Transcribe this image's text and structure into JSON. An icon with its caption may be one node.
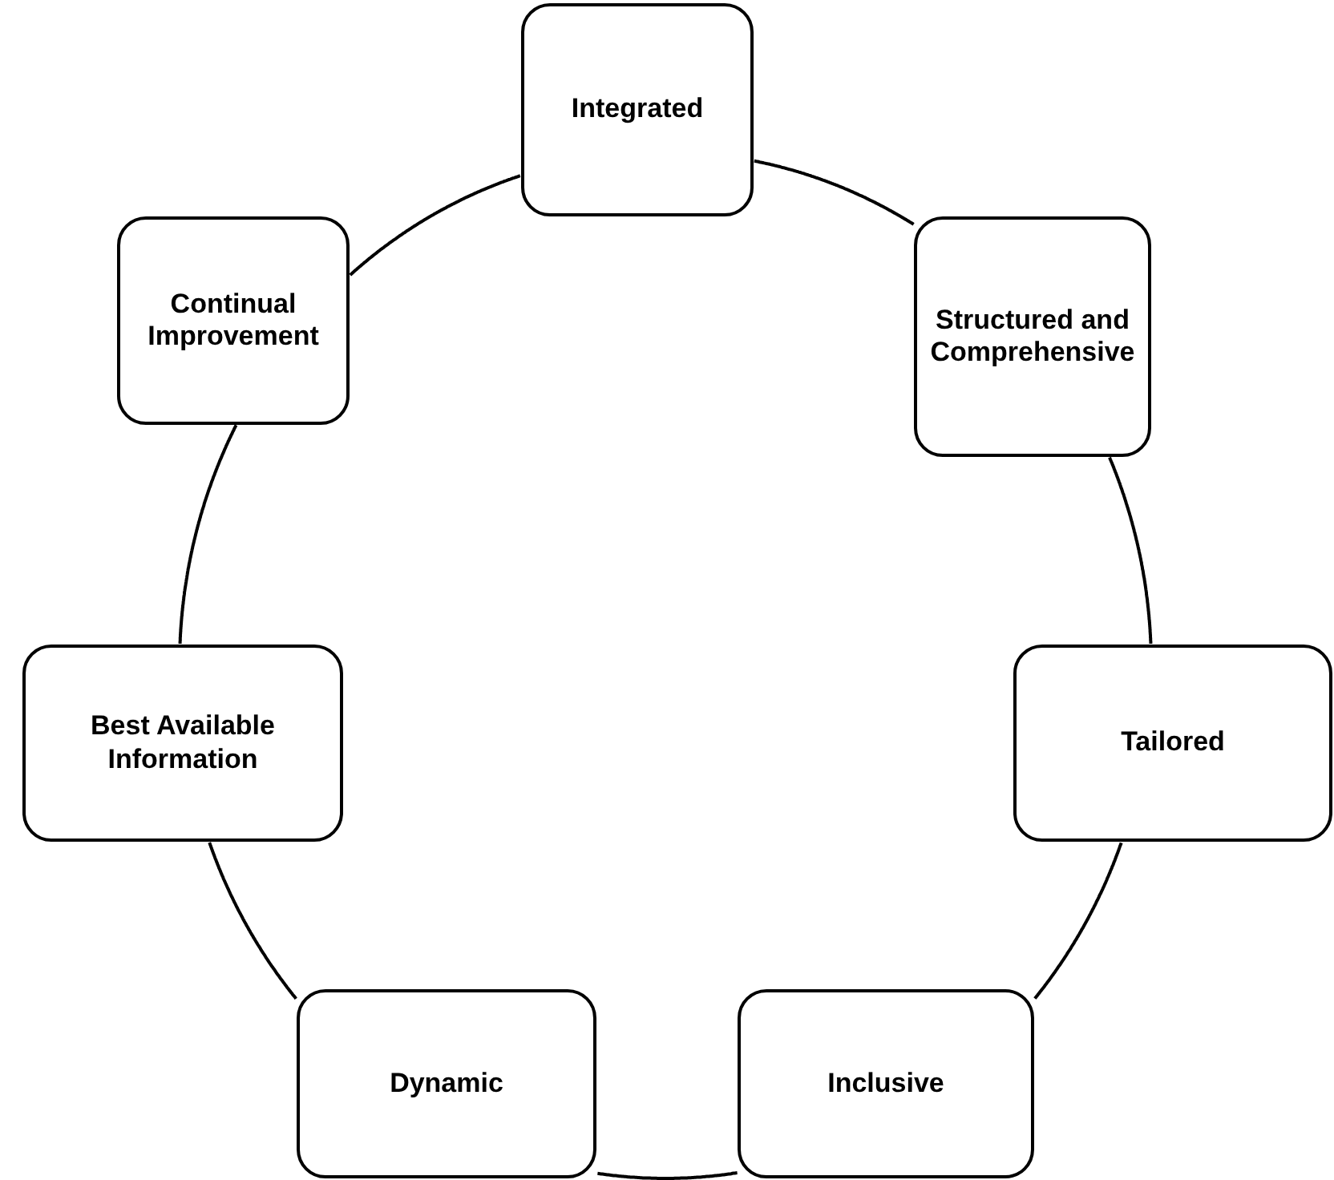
{
  "diagram": {
    "nodes": [
      {
        "text": [
          "Integrated"
        ]
      },
      {
        "text": [
          "Structured and Comprehensive"
        ]
      },
      {
        "text": [
          "Tailored"
        ]
      },
      {
        "text": [
          "Inclusive"
        ]
      },
      {
        "text": [
          "Dynamic"
        ]
      },
      {
        "text": [
          "Best Available Information"
        ]
      },
      {
        "text": [
          "Continual Improvement"
        ]
      }
    ],
    "edges": [
      {
        "from": 0,
        "to": 1,
        "arrow": "none"
      },
      {
        "from": 1,
        "to": 2,
        "arrow": "none"
      },
      {
        "from": 2,
        "to": 3,
        "arrow": "none"
      },
      {
        "from": 3,
        "to": 4,
        "arrow": "none"
      },
      {
        "from": 4,
        "to": 5,
        "arrow": "none"
      },
      {
        "from": 5,
        "to": 6,
        "arrow": "none"
      },
      {
        "from": 6,
        "to": 0,
        "arrow": "none"
      }
    ]
  }
}
